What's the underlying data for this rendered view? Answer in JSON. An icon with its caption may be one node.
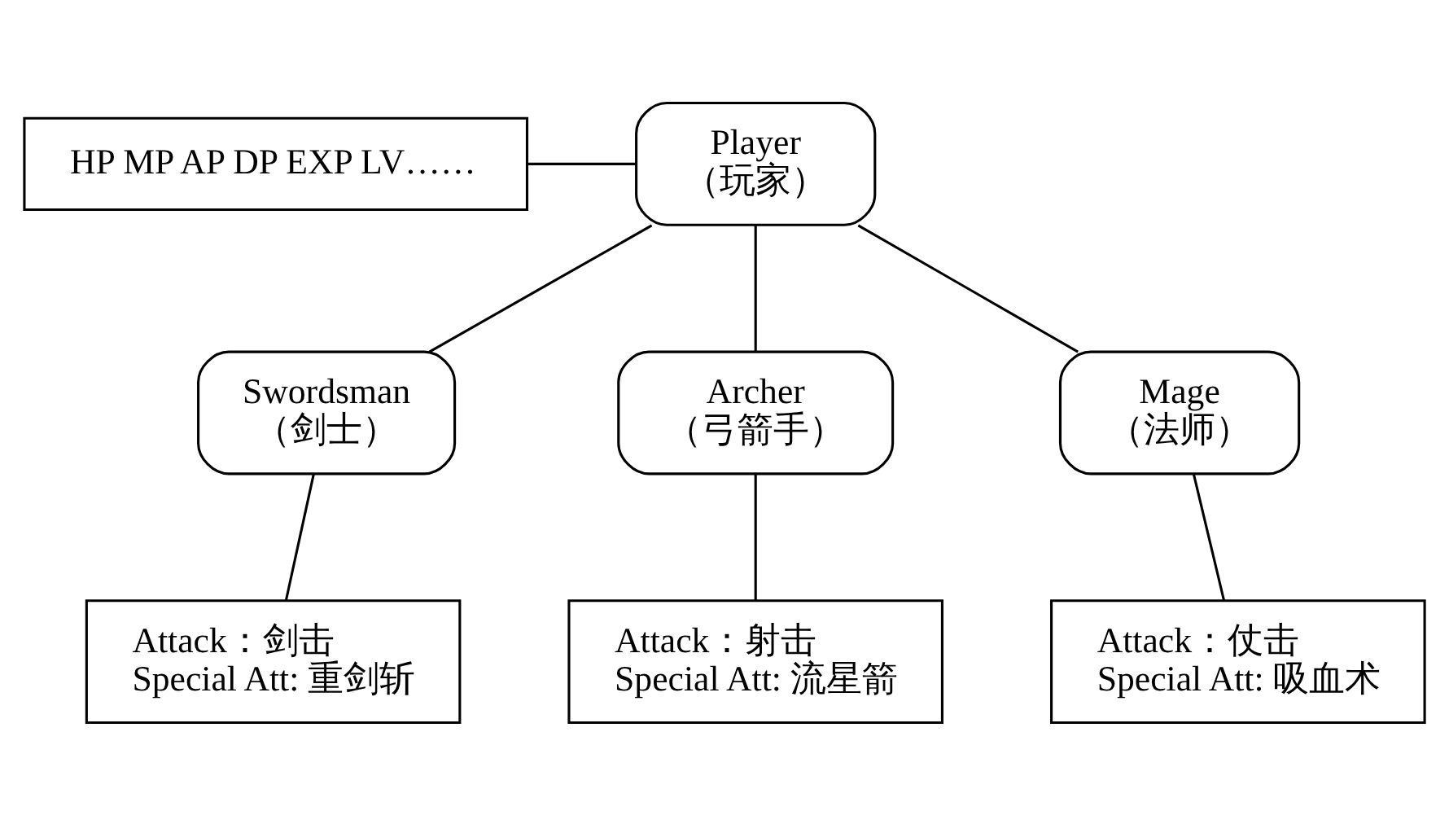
{
  "diagram": {
    "nodes": [
      {
        "text": [
          "Player",
          "（玩家）"
        ]
      },
      {
        "text": [
          "HP MP AP DP EXP LV……"
        ]
      },
      {
        "text": [
          "Swordsman",
          "（剑士）"
        ]
      },
      {
        "text": [
          "Archer",
          "（弓箭手）"
        ]
      },
      {
        "text": [
          "Mage",
          "（法师）"
        ]
      },
      {
        "text": [
          "Attack：剑击",
          "Special Att: 重剑斩"
        ]
      },
      {
        "text": [
          "Attack：射击",
          "Special Att: 流星箭"
        ]
      },
      {
        "text": [
          "Attack：仗击",
          "Special Att: 吸血术"
        ]
      }
    ],
    "edges": [
      {
        "from": 1,
        "to": 0,
        "arrow": "none"
      },
      {
        "from": 0,
        "to": 2,
        "arrow": "none"
      },
      {
        "from": 0,
        "to": 3,
        "arrow": "none"
      },
      {
        "from": 0,
        "to": 4,
        "arrow": "none"
      },
      {
        "from": 2,
        "to": 5,
        "arrow": "none"
      },
      {
        "from": 3,
        "to": 6,
        "arrow": "none"
      },
      {
        "from": 4,
        "to": 7,
        "arrow": "none"
      }
    ]
  }
}
